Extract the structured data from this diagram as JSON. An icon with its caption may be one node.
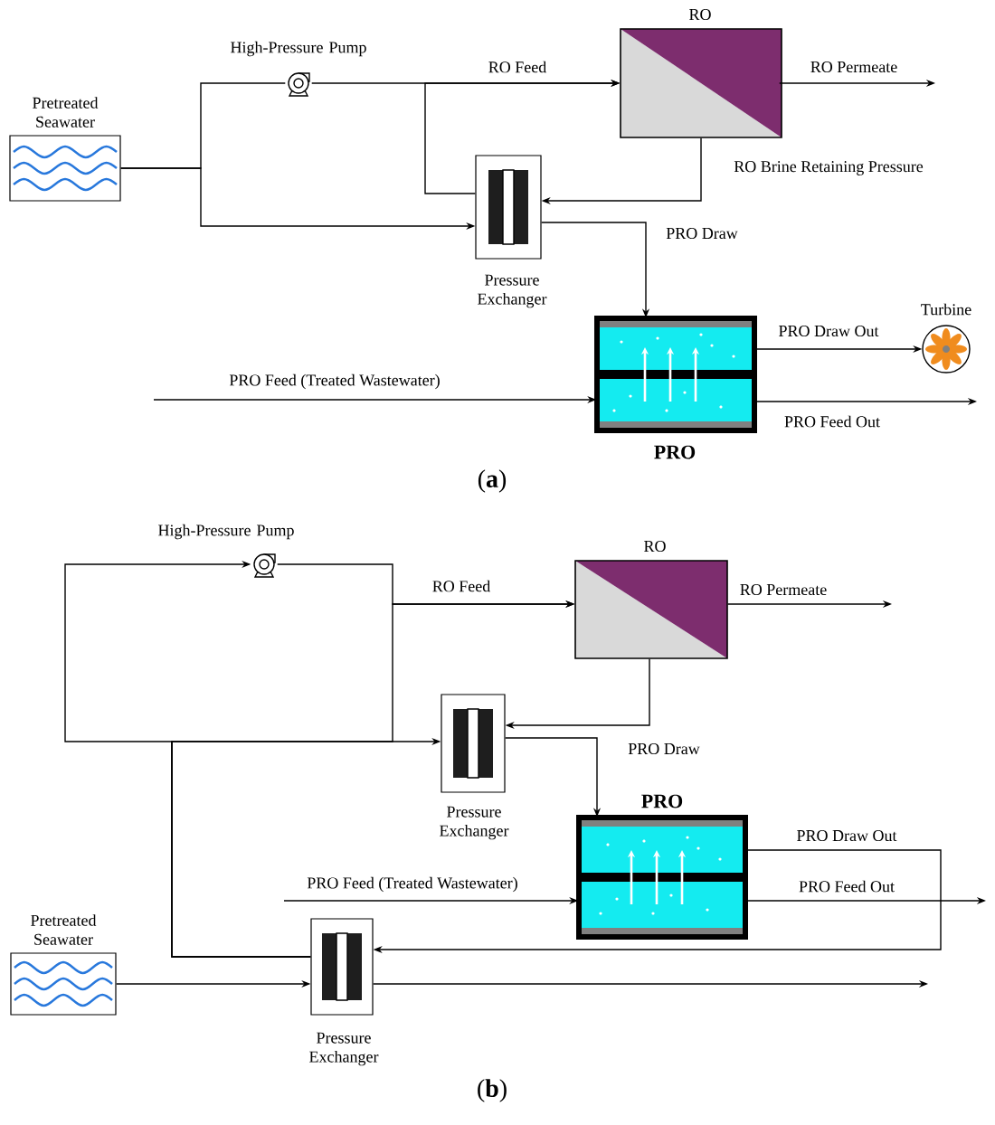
{
  "diagram": {
    "nodes": [
      {
        "text": [
          "Pretreated Seawater"
        ]
      },
      {
        "text": [
          "High-Pressure Pump"
        ]
      },
      {
        "text": [
          "RO"
        ]
      },
      {
        "text": [
          "Pressure Exchanger"
        ]
      },
      {
        "text": [
          "PRO"
        ]
      },
      {
        "text": [
          "Turbine"
        ]
      },
      {
        "text": [
          "High-Pressure Pump"
        ]
      },
      {
        "text": [
          "RO"
        ]
      },
      {
        "text": [
          "Pressure Exchanger"
        ]
      },
      {
        "text": [
          "PRO"
        ]
      },
      {
        "text": [
          "Pretreated Seawater"
        ]
      },
      {
        "text": [
          "Pressure Exchanger"
        ]
      }
    ],
    "edges": [
      {
        "from": 0,
        "to": 1,
        "arrow": "none"
      },
      {
        "from": 0,
        "to": 3,
        "arrow": "to"
      },
      {
        "from": 1,
        "to": 2,
        "arrow": "to",
        "label": "RO Feed"
      },
      {
        "from": 3,
        "to": 2,
        "arrow": "to"
      },
      {
        "from": 2,
        "to": 3,
        "arrow": "to",
        "label": "RO Brine Retaining Pressure"
      },
      {
        "from": 3,
        "to": 4,
        "arrow": "to",
        "label": "PRO Draw"
      },
      {
        "from": null,
        "to": 4,
        "arrow": "to",
        "label": "PRO Feed (Treated Wastewater)"
      },
      {
        "from": 4,
        "to": 5,
        "arrow": "to",
        "label": "PRO Draw Out"
      },
      {
        "from": 4,
        "to": null,
        "arrow": "to",
        "label": "PRO Feed Out"
      },
      {
        "from": 2,
        "to": null,
        "arrow": "to",
        "label": "RO Permeate"
      },
      {
        "from": 11,
        "to": 6,
        "arrow": "to"
      },
      {
        "from": 11,
        "to": 8,
        "arrow": "to"
      },
      {
        "from": 11,
        "to": 7,
        "arrow": "to"
      },
      {
        "from": 6,
        "to": 7,
        "arrow": "to",
        "label": "RO Feed"
      },
      {
        "from": 7,
        "to": null,
        "arrow": "to",
        "label": "RO Permeate"
      },
      {
        "from": 7,
        "to": 8,
        "arrow": "to"
      },
      {
        "from": 8,
        "to": 9,
        "arrow": "to",
        "label": "PRO Draw"
      },
      {
        "from": null,
        "to": 9,
        "arrow": "to",
        "label": "PRO Feed (Treated Wastewater)"
      },
      {
        "from": 9,
        "to": 11,
        "arrow": "to",
        "label": "PRO Draw Out"
      },
      {
        "from": 9,
        "to": null,
        "arrow": "to",
        "label": "PRO Feed Out"
      },
      {
        "from": 10,
        "to": 11,
        "arrow": "to"
      },
      {
        "from": 11,
        "to": null,
        "arrow": "to"
      }
    ],
    "labels": [
      "(**a**)",
      "(**b**)"
    ]
  }
}
